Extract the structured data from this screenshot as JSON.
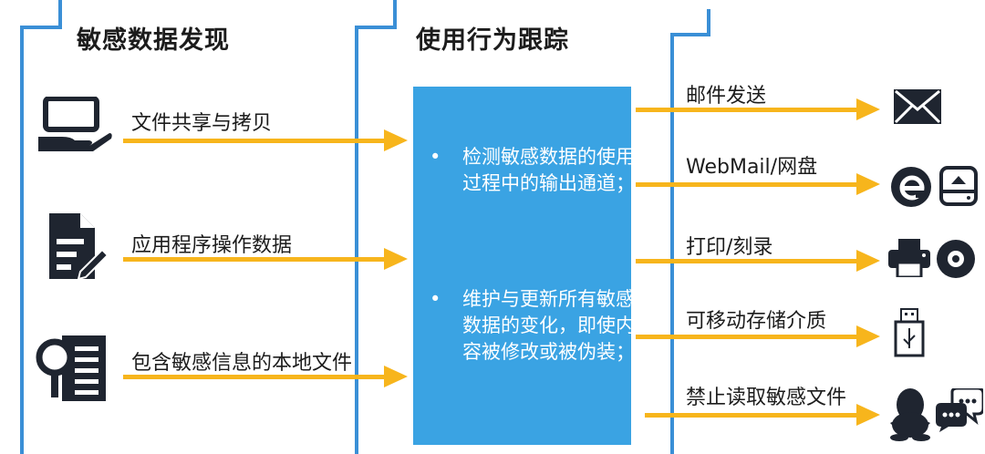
{
  "headings": {
    "discovery": "敏感数据发现",
    "tracking": "使用行为跟踪"
  },
  "left_labels": [
    "文件共享与拷贝",
    "应用程序操作数据",
    "包含敏感信息的本地文件"
  ],
  "center_bullets": [
    "检测敏感数据的使用过程中的输出通道；",
    "维护与更新所有敏感数据的变化，即使内容被修改或被伪装；"
  ],
  "bullet_marker": "•",
  "right_labels": [
    "邮件发送",
    "WebMail/网盘",
    "打印/刻录",
    "可移动存储介质",
    "禁止读取敏感文件"
  ],
  "icons": {
    "left": [
      "hand-laptop-icon",
      "document-pencil-icon",
      "magnifier-document-icon"
    ],
    "right": [
      "envelope-icon",
      "browser-icon",
      "drive-icon",
      "printer-icon",
      "disc-icon",
      "usb-drive-icon",
      "penguin-icon",
      "chat-bubbles-icon"
    ]
  },
  "colors": {
    "bracket": "#3a8fd6",
    "arrow": "#f7b51c",
    "center_box": "#3aa3e3",
    "icon": "#1f2530"
  }
}
